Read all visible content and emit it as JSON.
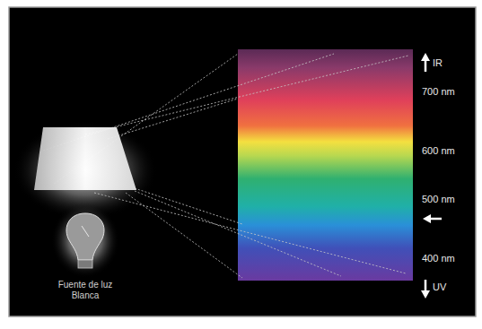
{
  "diagram": {
    "labels": [
      "IR",
      "700 nm",
      "600 nm",
      "500 nm",
      "400 nm",
      "UV",
      "Fuente de luz Blanca"
    ]
  }
}
